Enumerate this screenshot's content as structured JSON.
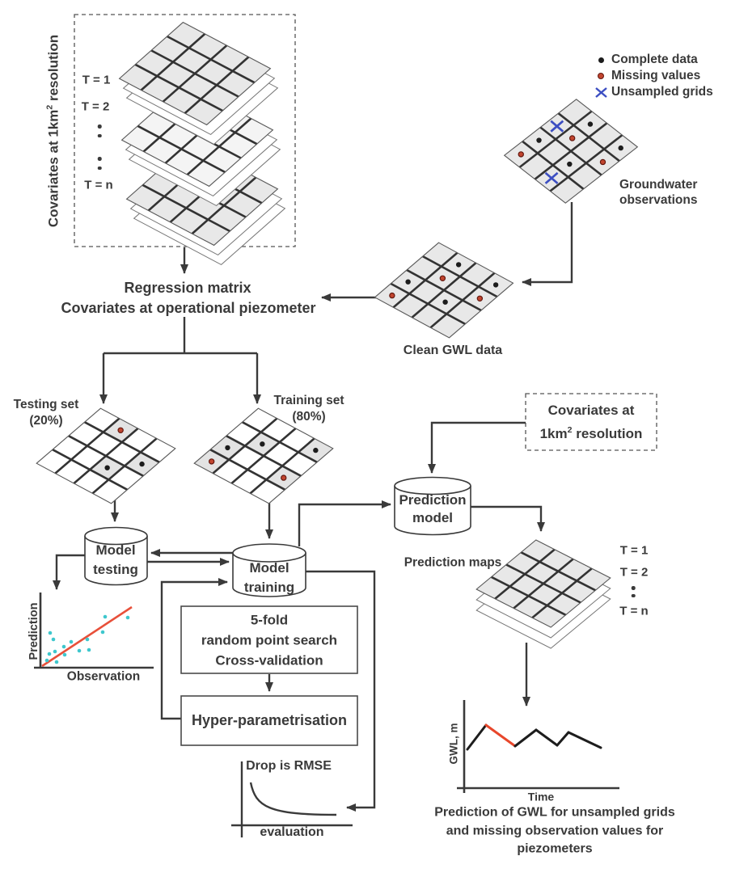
{
  "colors": {
    "line": "#3a3a3a",
    "text": "#3a3a3a",
    "grid_fill": "#e8e8e8",
    "grid_fill_light": "#f4f4f4",
    "grid_cell_shaded": "#e3e3e3",
    "grid_line_thick": "#333333",
    "grid_line_thin": "#9b9b9b",
    "grid_border": "#5a5a5a",
    "complete_dot": "#1c1c1c",
    "missing_dot": "#c2452f",
    "missing_dot_border": "#63180f",
    "unsampled_x": "#3c4ec2",
    "scatter_dot": "#3ec7cd",
    "fit_line": "#e8503a",
    "highlight_segment": "#e8472b",
    "box_border": "#4a4a4a",
    "dash_border": "#555555"
  },
  "legend": {
    "items": [
      {
        "id": "complete",
        "label": "Complete data"
      },
      {
        "id": "missing",
        "label": "Missing values"
      },
      {
        "id": "unsampled",
        "label": "Unsampled grids"
      }
    ]
  },
  "left_panel": {
    "rotated_label": {
      "pre": "Covariates at 1km",
      "sup": "2",
      "post": " resolution"
    },
    "t_labels": [
      "T = 1",
      "T = 2",
      "T = n"
    ]
  },
  "right_panel": {
    "t_labels": [
      "T = 1",
      "T = 2",
      "T = n"
    ]
  },
  "labels": {
    "groundwater": [
      "Groundwater",
      "observations"
    ],
    "clean_gwl": "Clean GWL data",
    "regression_line1": "Regression matrix",
    "regression_line2": "Covariates at operational piezometer",
    "testing_set": [
      "Testing set",
      "(20%)"
    ],
    "training_set": [
      "Training set",
      "(80%)"
    ],
    "model_testing": [
      "Model",
      "testing"
    ],
    "model_training": [
      "Model",
      "training"
    ],
    "prediction_model": [
      "Prediction",
      "model"
    ],
    "prediction_maps": "Prediction maps",
    "cv_box": [
      "5-fold",
      "random point search",
      "Cross-validation"
    ],
    "hyper_box": "Hyper-parametrisation",
    "covariates_right": {
      "line1": "Covariates at",
      "line2_pre": "1km",
      "sup": "2",
      "line2_post": " resolution"
    },
    "drop_rmse": "Drop is RMSE",
    "evaluation": "evaluation",
    "scatter_x": "Observation",
    "scatter_y": "Prediction",
    "gwl_y": "GWL, m",
    "gwl_x": "Time",
    "caption": [
      "Prediction of GWL for unsampled grids",
      "and missing observation values for",
      "piezometers"
    ]
  },
  "grids": {
    "observations": {
      "marks": [
        {
          "u": 1,
          "v": 0,
          "t": "complete"
        },
        {
          "u": 0,
          "v": 2,
          "t": "complete"
        },
        {
          "u": 2,
          "v": 2,
          "t": "complete"
        },
        {
          "u": 3,
          "v": 0,
          "t": "complete"
        },
        {
          "u": 1,
          "v": 1,
          "t": "missing"
        },
        {
          "u": 0,
          "v": 3,
          "t": "missing"
        },
        {
          "u": 3,
          "v": 1,
          "t": "missing"
        },
        {
          "u": 0,
          "v": 1,
          "t": "unsampled"
        },
        {
          "u": 2,
          "v": 3,
          "t": "unsampled"
        }
      ]
    },
    "clean": {
      "marks": [
        {
          "u": 1,
          "v": 0,
          "t": "complete"
        },
        {
          "u": 0,
          "v": 2,
          "t": "complete"
        },
        {
          "u": 2,
          "v": 2,
          "t": "complete"
        },
        {
          "u": 3,
          "v": 0,
          "t": "complete"
        },
        {
          "u": 1,
          "v": 1,
          "t": "missing"
        },
        {
          "u": 0,
          "v": 3,
          "t": "missing"
        },
        {
          "u": 3,
          "v": 1,
          "t": "missing"
        }
      ]
    },
    "testing": {
      "marks": [
        {
          "u": 1,
          "v": 0,
          "t": "missing"
        },
        {
          "u": 2,
          "v": 2,
          "t": "complete"
        },
        {
          "u": 3,
          "v": 1,
          "t": "complete"
        }
      ]
    },
    "training": {
      "marks": [
        {
          "u": 0,
          "v": 2,
          "t": "complete"
        },
        {
          "u": 1,
          "v": 1,
          "t": "complete"
        },
        {
          "u": 3,
          "v": 0,
          "t": "complete"
        },
        {
          "u": 0,
          "v": 3,
          "t": "missing"
        },
        {
          "u": 3,
          "v": 2,
          "t": "missing"
        }
      ]
    }
  },
  "scatter": {
    "points": [
      [
        62,
        783
      ],
      [
        66,
        791
      ],
      [
        61,
        809
      ],
      [
        68,
        806
      ],
      [
        58,
        817
      ],
      [
        70,
        819
      ],
      [
        80,
        810
      ],
      [
        79,
        800
      ],
      [
        88,
        794
      ],
      [
        98,
        805
      ],
      [
        108,
        791
      ],
      [
        110,
        804
      ],
      [
        127,
        782
      ],
      [
        130,
        763
      ],
      [
        158,
        764
      ]
    ],
    "fit_line": [
      [
        52,
        824
      ],
      [
        163,
        751
      ]
    ]
  },
  "gwl_series": {
    "points": [
      [
        578,
        927
      ],
      [
        601,
        897
      ],
      [
        637,
        923
      ],
      [
        663,
        903
      ],
      [
        689,
        922
      ],
      [
        703,
        906
      ],
      [
        743,
        925
      ]
    ],
    "highlight_segment_index": 1
  }
}
